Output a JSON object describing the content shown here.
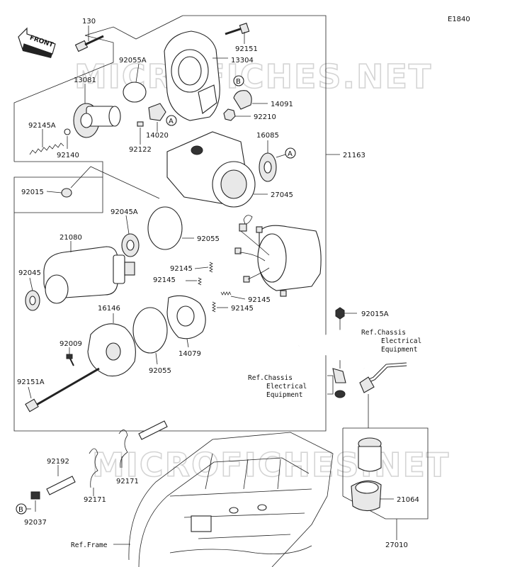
{
  "diagram": {
    "code": "E1840",
    "watermark": "MICROFICHES.NET",
    "front_label": "FRONT",
    "callouts": {
      "A": "A",
      "B": "B"
    },
    "parts": {
      "p130": "130",
      "p92151": "92151",
      "p13304": "13304",
      "p92055A": "92055A",
      "p13081": "13081",
      "p14091": "14091",
      "p92210": "92210",
      "p92145A": "92145A",
      "p14020": "14020",
      "p92122": "92122",
      "p92140": "92140",
      "p16085": "16085",
      "p21163": "21163",
      "p92015": "92015",
      "p27045": "27045",
      "p92045A": "92045A",
      "p92055_top": "92055",
      "p21080": "21080",
      "p92145_a": "92145",
      "p92145_b": "92145",
      "p92145_c": "92145",
      "p92145_d": "92145",
      "p92045": "92045",
      "p16146": "16146",
      "p14079": "14079",
      "p92009": "92009",
      "p92055_bot": "92055",
      "p92151A": "92151A",
      "p92015A": "92015A",
      "p92192": "92192",
      "p92171_a": "92171",
      "p92171_b": "92171",
      "p92037": "92037",
      "p21064": "21064",
      "p27010": "27010"
    },
    "refs": {
      "chassis_right": [
        "Ref.Chassis",
        "Electrical",
        "Equipment"
      ],
      "chassis_left": [
        "Ref.Chassis",
        "Electrical",
        "Equipment"
      ],
      "frame": "Ref.Frame"
    }
  }
}
